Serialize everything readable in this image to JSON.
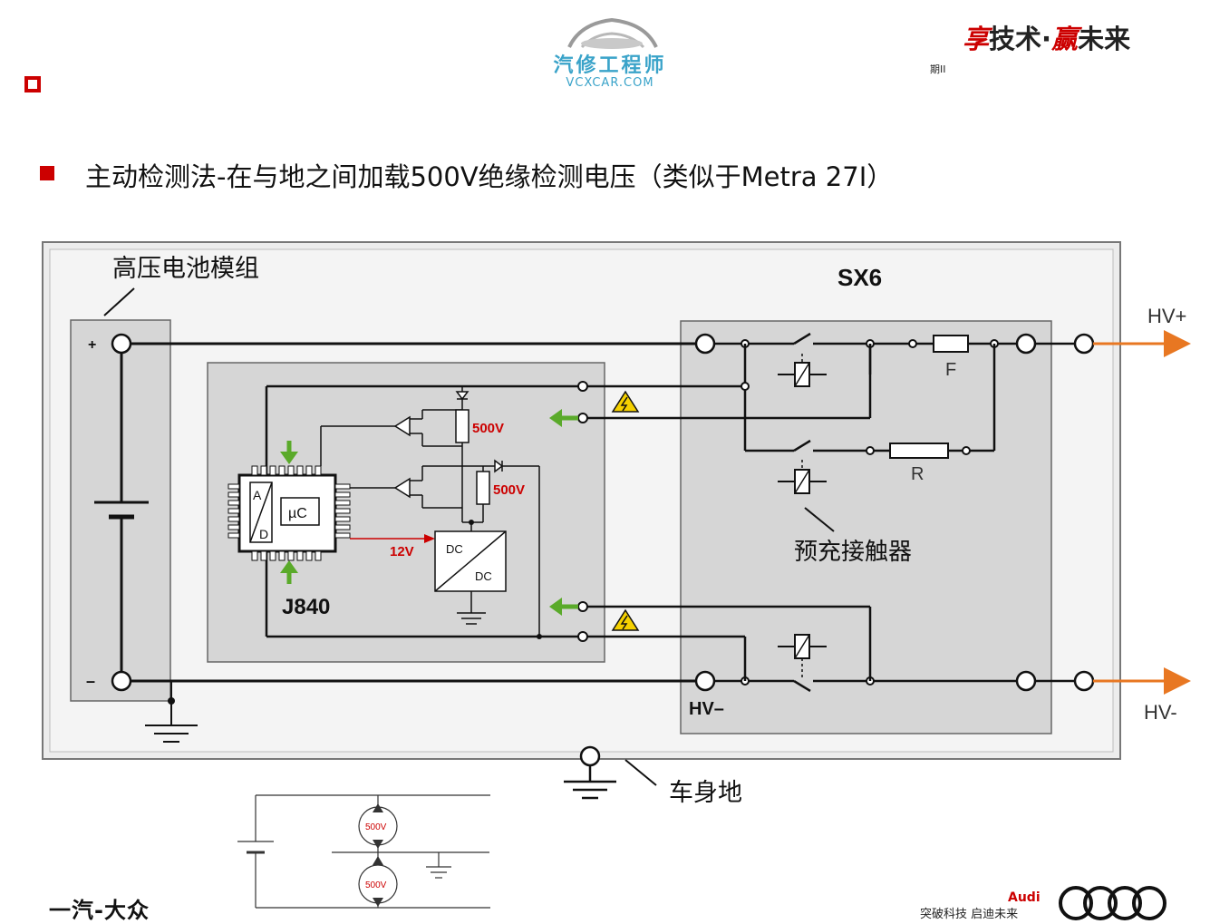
{
  "header": {
    "logo_cn": "汽修工程师",
    "logo_en": "VCXCAR.COM",
    "slogan_part1": "享",
    "slogan_part2": "技术·",
    "slogan_part3": "赢",
    "slogan_part4": "未来",
    "issue": "期II"
  },
  "heading": "主动检测法-在与地之间加载500V绝缘检测电压（类似于Metra 27I）",
  "diagram": {
    "battery_label": "高压电池模组",
    "sx6_label": "SX6",
    "j840_label": "J840",
    "hv_plus": "HV+",
    "hv_minus_right": "HV-",
    "hv_minus_inner": "HV–",
    "plus_sign": "+",
    "minus_sign": "–",
    "fuse_label": "F",
    "resistor_label": "R",
    "precharge_label": "预充接触器",
    "chassis_label": "车身地",
    "v500_a": "500V",
    "v500_b": "500V",
    "v12": "12V",
    "dc_top": "DC",
    "dc_bottom": "DC",
    "adc_a": "A",
    "adc_d": "D",
    "mcu": "µC",
    "mini_v1": "500V",
    "mini_v2": "500V"
  },
  "footer": {
    "brand": "一汽-大众",
    "audi": "Audi",
    "audi_slogan": "突破科技 启迪未来"
  },
  "colors": {
    "accent_red": "#cc0000",
    "arrow_orange": "#e87722",
    "arrow_green": "#5aaa2a",
    "panel_gray": "#d6d6d6",
    "logo_blue": "#3aa3c9"
  }
}
